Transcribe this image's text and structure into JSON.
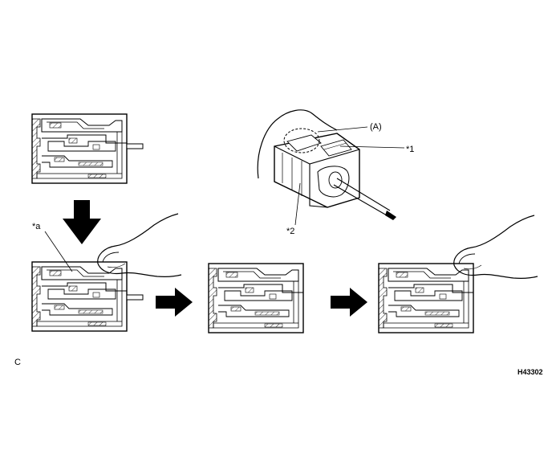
{
  "labels": {
    "callout_A": "(A)",
    "callout_1": "*1",
    "callout_2": "*2",
    "callout_a": "*a",
    "corner_letter": "C",
    "figure_code": "H43302"
  },
  "icons": {
    "arrow_down": "arrow-down-icon",
    "arrow_right": "arrow-right-icon",
    "finger": "finger-icon"
  }
}
